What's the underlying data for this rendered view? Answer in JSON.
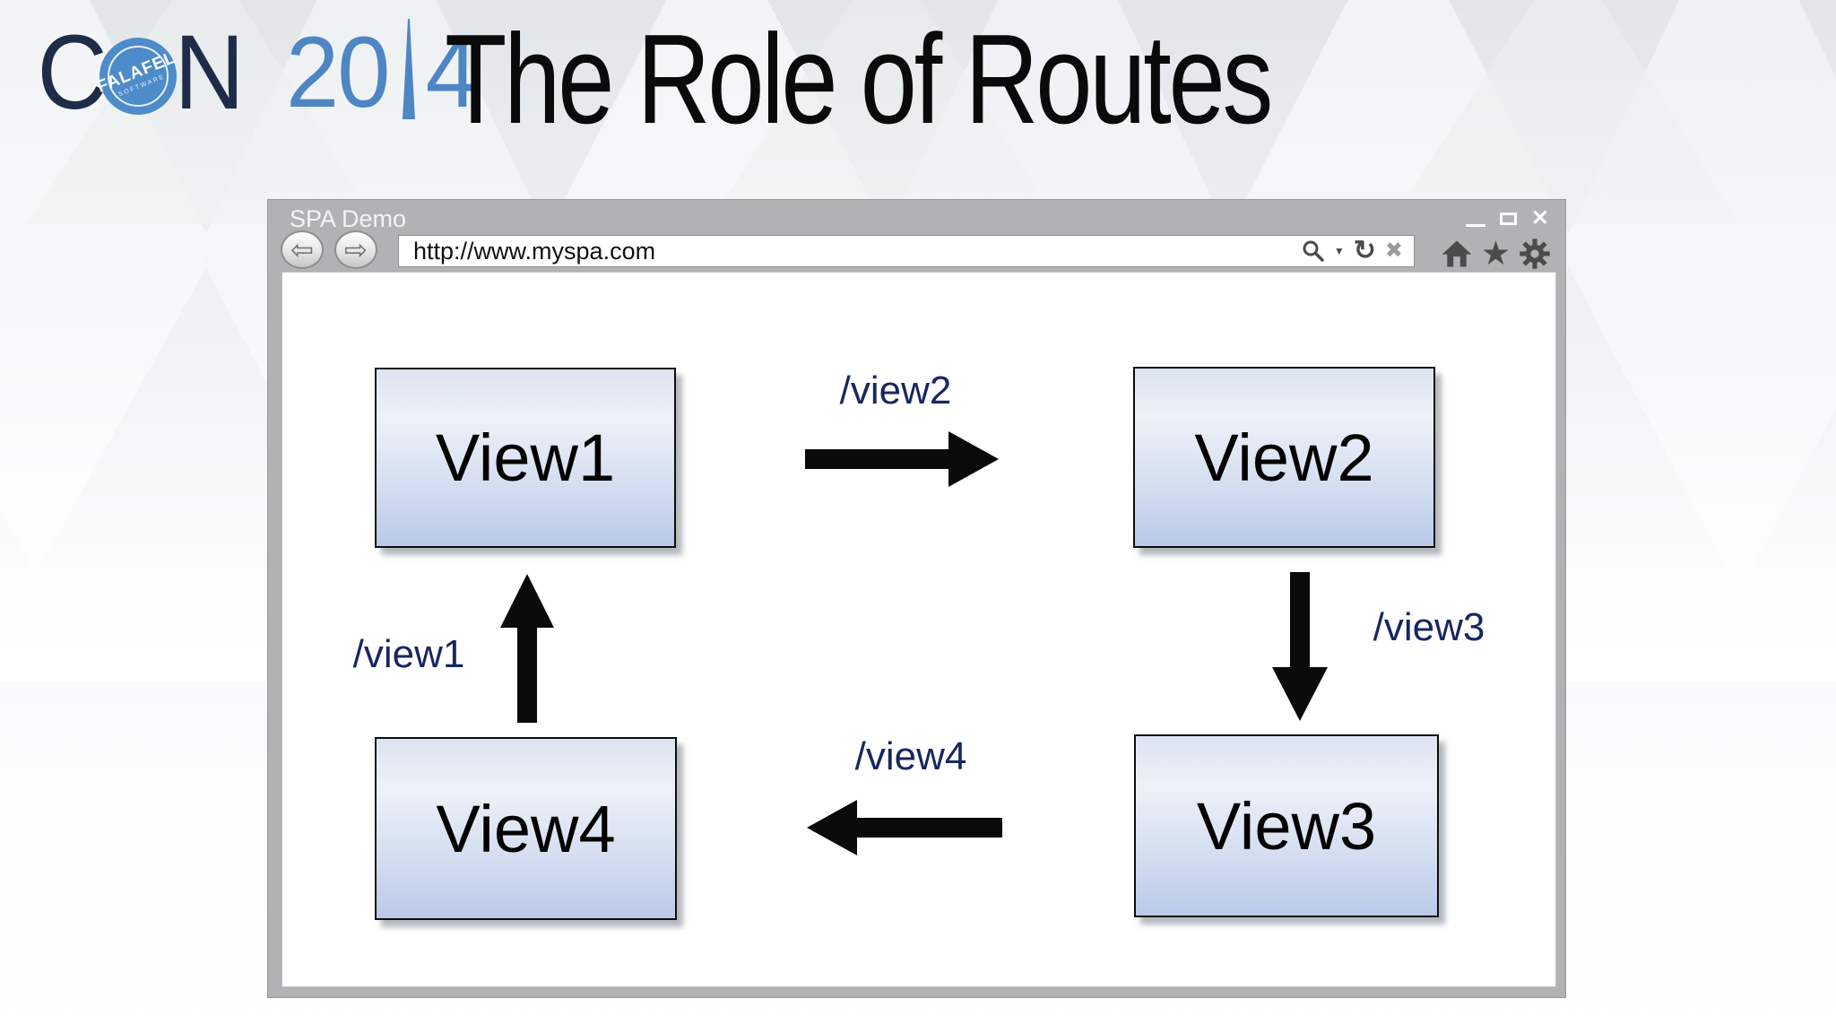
{
  "slide": {
    "title": "The Role of Routes"
  },
  "logo": {
    "prefix": "C",
    "suffix": "N",
    "badge_text": "FALAFEL",
    "badge_subtext": "SOFTWARE",
    "year_left": "20",
    "year_right": "4"
  },
  "browser": {
    "window_title": "SPA Demo",
    "url": "http://www.myspa.com",
    "icons": {
      "back": "⇦",
      "forward": "⇨",
      "refresh": "↻",
      "stop": "✖",
      "star": "★",
      "close": "✕",
      "caret": "▼"
    }
  },
  "diagram": {
    "views": [
      "View1",
      "View2",
      "View3",
      "View4"
    ],
    "routes": [
      "/view2",
      "/view3",
      "/view4",
      "/view1"
    ]
  },
  "colors": {
    "route_label": "#18275f",
    "logo_blue": "#4e8bc9",
    "logo_dark": "#1e2c49",
    "chrome_gray": "#b0b2b4",
    "box_fill_top": "#dde4f0",
    "box_fill_bottom": "#b9c9e8"
  }
}
